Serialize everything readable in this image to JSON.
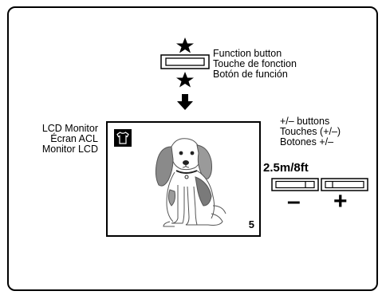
{
  "function_button": {
    "labels": [
      "Function button",
      "Touche de fonction",
      "Botón de función"
    ]
  },
  "plusminus": {
    "labels": [
      "+/–  buttons",
      "Touches (+/–)",
      "Botones +/–"
    ],
    "distance": "2.5m/8ft",
    "minus_symbol": "–",
    "plus_symbol": "+"
  },
  "lcd": {
    "labels": [
      "LCD Monitor",
      "Écran ACL",
      "Monitor LCD"
    ],
    "counter": "5",
    "mode_icon": "shirt-icon"
  }
}
